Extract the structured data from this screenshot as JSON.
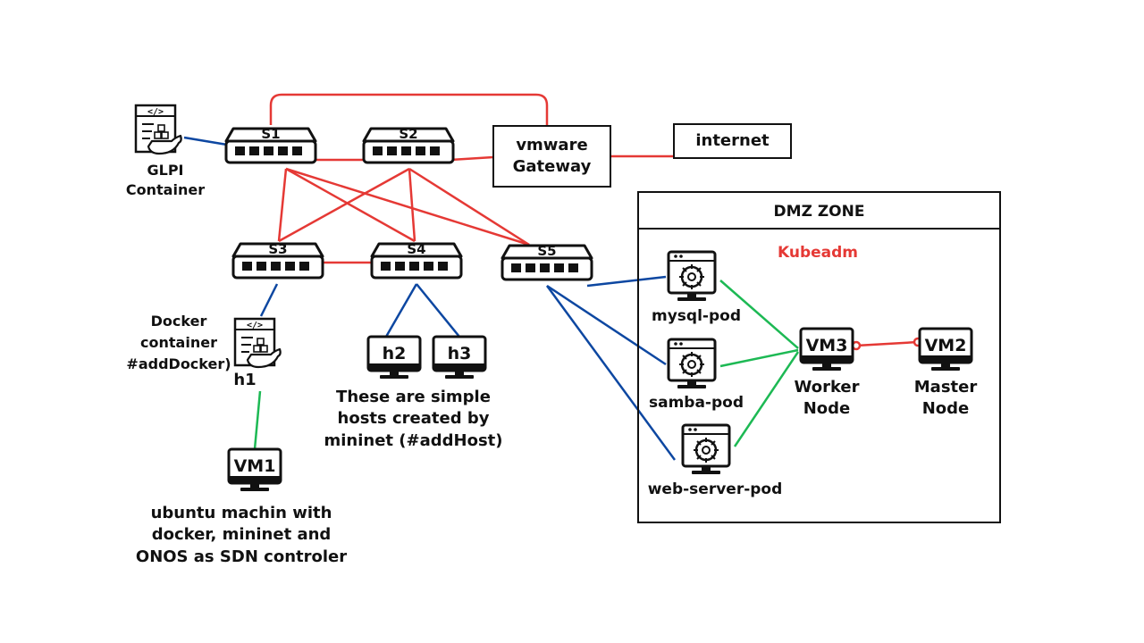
{
  "colors": {
    "red": "#e53935",
    "blue": "#0d47a1",
    "green": "#1db954",
    "stroke": "#111111"
  },
  "switches": {
    "s1": "S1",
    "s2": "S2",
    "s3": "S3",
    "s4": "S4",
    "s5": "S5"
  },
  "gateway": {
    "line1": "vmware",
    "line2": "Gateway"
  },
  "internet": "internet",
  "glpi": {
    "line1": "GLPI",
    "line2": "Container"
  },
  "docker": {
    "line1": "Docker",
    "line2": "container",
    "line3": "#addDocker)",
    "host": "h1"
  },
  "hosts": {
    "h2": "h2",
    "h3": "h3"
  },
  "hosts_note": {
    "line1": "These are simple",
    "line2": "hosts created by",
    "line3": "mininet (#addHost)"
  },
  "vm1": {
    "label": "VM1",
    "line1": "ubuntu machin with",
    "line2": "docker, mininet and",
    "line3": "ONOS as SDN controler"
  },
  "dmz": {
    "title": "DMZ ZONE",
    "subtitle": "Kubeadm"
  },
  "pods": {
    "mysql": "mysql-pod",
    "samba": "samba-pod",
    "web": "web-server-pod"
  },
  "vm3": {
    "label": "VM3",
    "line1": "Worker",
    "line2": "Node"
  },
  "vm2": {
    "label": "VM2",
    "line1": "Master",
    "line2": "Node"
  }
}
